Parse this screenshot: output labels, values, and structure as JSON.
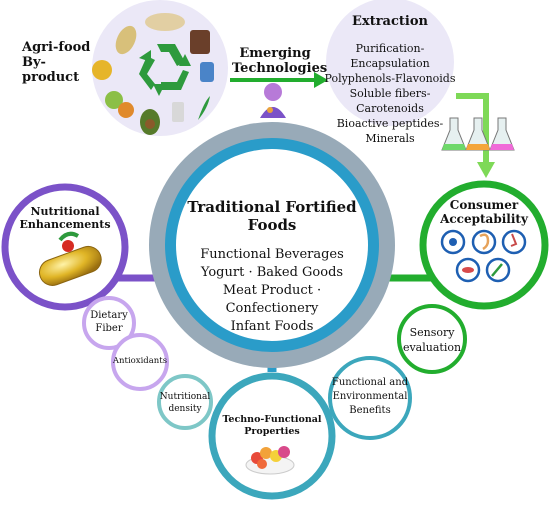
{
  "source": {
    "label_line1": "Agri-food",
    "label_line2": "By-product"
  },
  "emerging": {
    "line1": "Emerging",
    "line2": "Technologies"
  },
  "extraction": {
    "title": "Extraction",
    "items": [
      "Purification-Encapsulation",
      "Polyphenols-Flavonoids",
      "Soluble fibers-Carotenoids",
      "Bioactive peptides-Minerals"
    ]
  },
  "center": {
    "title": "Traditional Fortified Foods",
    "items": [
      "Functional Beverages",
      "Yogurt · Baked Goods",
      "Meat Product · Confectionery",
      "Infant Foods"
    ]
  },
  "nutritional": {
    "line1": "Nutritional",
    "line2": "Enhancements"
  },
  "nutritional_subs": [
    {
      "line1": "Dietary",
      "line2": "Fiber"
    },
    {
      "line1": "Antioxidants",
      "line2": ""
    },
    {
      "line1": "Nutritional",
      "line2": "density"
    }
  ],
  "consumer": {
    "line1": "Consumer",
    "line2": "Acceptability"
  },
  "consumer_subs": [
    {
      "line1": "Sensory",
      "line2": "evaluation",
      "line3": ""
    },
    {
      "line1": "Functional and",
      "line2": "Environmental",
      "line3": "Benefits"
    }
  ],
  "techno": {
    "line1": "Techno-Functional",
    "line2": "Properties"
  },
  "colors": {
    "purple": "#7b52c8",
    "light_purple": "#c7a6ee",
    "green": "#22ad2e",
    "teal": "#3ca7bc",
    "blue_ring": "#2a9cc9",
    "gray_ring": "#98aab8",
    "lavender_fill": "#ebe8f7"
  }
}
